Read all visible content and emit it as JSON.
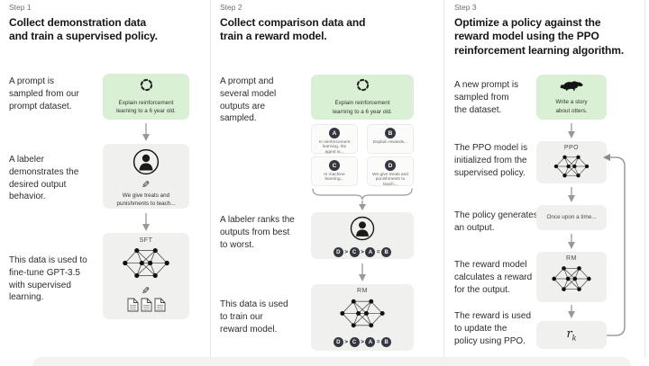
{
  "colors": {
    "background": "#ffffff",
    "green_box": "#d9f0d4",
    "gray_box": "#f0f0ee",
    "output_card": "#fbfbfa",
    "dark_circle": "#353740",
    "arrow": "#999999",
    "heading_text": "#161616",
    "caption_text": "#2d2d2d",
    "divider": "#e7e7e5",
    "bottom_panel": "#f2f2f0"
  },
  "icons": {
    "pencil": "✎"
  },
  "columns": [
    {
      "step_label": "Step 1",
      "heading": "Collect demonstration data\nand train a supervised policy.",
      "captions": {
        "prompt": "A prompt is\nsampled from our\nprompt dataset.",
        "labeler": "A labeler\ndemonstrates the\ndesired output\nbehavior.",
        "finetune": "This data is used to\nfine-tune GPT-3.5\nwith supervised\nlearning."
      },
      "prompt_box": "Explain reinforcement\nlearning to a 6 year old.",
      "labeler_box": "We give treats and\npunishments to teach...",
      "model_label": "SFT"
    },
    {
      "step_label": "Step 2",
      "heading": "Collect comparison data and\ntrain a reward model.",
      "captions": {
        "prompt": "A prompt and\nseveral model\noutputs are\nsampled.",
        "rank": "A labeler ranks the\noutputs from best\nto worst.",
        "train": "This data is used\nto train our\nreward model."
      },
      "prompt_box": "Explain reinforcement\nlearning to a 6 year old.",
      "outputs": [
        {
          "letter": "A",
          "text": "In reinforcement\nlearning, the\nagent is..."
        },
        {
          "letter": "B",
          "text": "Explain rewards..."
        },
        {
          "letter": "C",
          "text": "In machine\nlearning..."
        },
        {
          "letter": "D",
          "text": "We give treats and\npunishments to\nteach..."
        }
      ],
      "model_label": "RM",
      "ranking": {
        "letters": [
          "D",
          "C",
          "A",
          "B"
        ],
        "separators": [
          ">",
          ">",
          "="
        ]
      }
    },
    {
      "step_label": "Step 3",
      "heading": "Optimize a policy against the\nreward model using the PPO\nreinforcement learning algorithm.",
      "captions": {
        "prompt": "A new prompt is\nsampled from\nthe dataset.",
        "init": "The PPO model is\ninitialized from the\nsupervised policy.",
        "output": "The policy generates\nan output.",
        "reward": "The reward model\ncalculates a reward\nfor the output.",
        "update": "The reward is used\nto update the\npolicy using PPO."
      },
      "prompt_box": "Write a story\nabout otters.",
      "ppo_label": "PPO",
      "output_box": "Once upon a time...",
      "rm_label": "RM",
      "reward_box": {
        "symbol": "r",
        "subscript": "k"
      }
    }
  ]
}
